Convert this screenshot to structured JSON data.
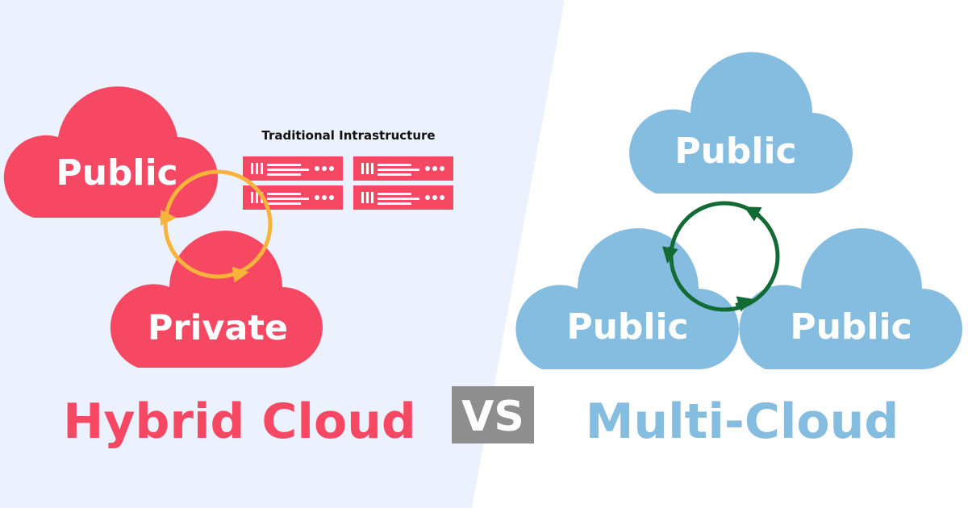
{
  "colors": {
    "left_background": "#ebf2fd",
    "right_background": "#ffffff",
    "hybrid_red": "#f64863",
    "cycle_orange": "#f8b33a",
    "multi_blue": "#85bde1",
    "cycle_green": "#126b35",
    "vs_gray": "#8e8e8e",
    "text_dark": "#111111"
  },
  "hybrid": {
    "title": "Hybrid Cloud",
    "public_label": "Public",
    "private_label": "Private",
    "infrastructure_label": "Traditional Intrastructure",
    "server_units": 4,
    "icons": [
      "server-rack-icon"
    ]
  },
  "vs_label": "VS",
  "multi": {
    "title": "Multi-Cloud",
    "clouds": [
      "Public",
      "Public",
      "Public"
    ]
  }
}
